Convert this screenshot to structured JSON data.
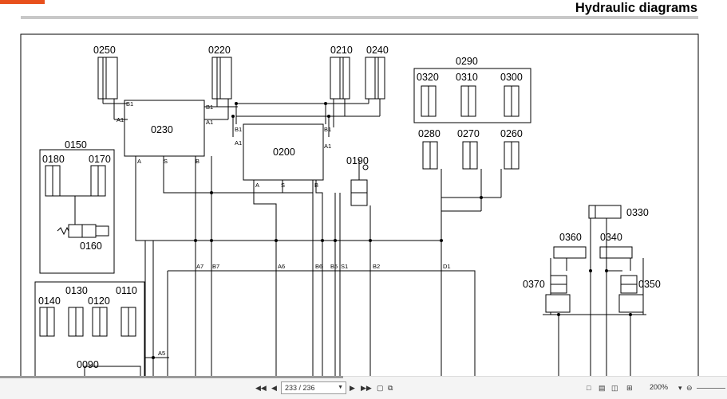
{
  "header": {
    "title": "Hydraulic diagrams",
    "brand_color": "#e8501d"
  },
  "diagram": {
    "components": [
      {
        "id": "c0250",
        "label": "0250"
      },
      {
        "id": "c0220",
        "label": "0220"
      },
      {
        "id": "c0210",
        "label": "0210"
      },
      {
        "id": "c0240",
        "label": "0240"
      },
      {
        "id": "c0290",
        "label": "0290"
      },
      {
        "id": "c0320",
        "label": "0320"
      },
      {
        "id": "c0310",
        "label": "0310"
      },
      {
        "id": "c0300",
        "label": "0300"
      },
      {
        "id": "c0230",
        "label": "0230"
      },
      {
        "id": "c0200",
        "label": "0200"
      },
      {
        "id": "c0280",
        "label": "0280"
      },
      {
        "id": "c0270",
        "label": "0270"
      },
      {
        "id": "c0260",
        "label": "0260"
      },
      {
        "id": "c0150",
        "label": "0150"
      },
      {
        "id": "c0180",
        "label": "0180"
      },
      {
        "id": "c0170",
        "label": "0170"
      },
      {
        "id": "c0190",
        "label": "0190"
      },
      {
        "id": "c0160",
        "label": "0160"
      },
      {
        "id": "c0330",
        "label": "0330"
      },
      {
        "id": "c0360",
        "label": "0360"
      },
      {
        "id": "c0340",
        "label": "0340"
      },
      {
        "id": "c0370",
        "label": "0370"
      },
      {
        "id": "c0350",
        "label": "0350"
      },
      {
        "id": "c0130",
        "label": "0130"
      },
      {
        "id": "c0110",
        "label": "0110"
      },
      {
        "id": "c0140",
        "label": "0140"
      },
      {
        "id": "c0120",
        "label": "0120"
      },
      {
        "id": "c0090",
        "label": "0090"
      }
    ],
    "ports": [
      {
        "id": "p_b1a",
        "label": "B1"
      },
      {
        "id": "p_a1a",
        "label": "A1"
      },
      {
        "id": "p_b1b",
        "label": "B1"
      },
      {
        "id": "p_a1b",
        "label": "A1"
      },
      {
        "id": "p_b1c",
        "label": "B1"
      },
      {
        "id": "p_a1c",
        "label": "A1"
      },
      {
        "id": "p_b1d",
        "label": "B1"
      },
      {
        "id": "p_a1d",
        "label": "A1"
      },
      {
        "id": "p_230a",
        "label": "A"
      },
      {
        "id": "p_230s",
        "label": "S"
      },
      {
        "id": "p_230b",
        "label": "B"
      },
      {
        "id": "p_200a",
        "label": "A"
      },
      {
        "id": "p_200s",
        "label": "S"
      },
      {
        "id": "p_200b",
        "label": "B"
      },
      {
        "id": "p_a7",
        "label": "A7"
      },
      {
        "id": "p_b7",
        "label": "B7"
      },
      {
        "id": "p_a6",
        "label": "A6"
      },
      {
        "id": "p_b6",
        "label": "B6"
      },
      {
        "id": "p_b5",
        "label": "B5"
      },
      {
        "id": "p_s1",
        "label": "S1"
      },
      {
        "id": "p_b2",
        "label": "B2"
      },
      {
        "id": "p_d1",
        "label": "D1"
      },
      {
        "id": "p_a5",
        "label": "A5"
      }
    ]
  },
  "viewer": {
    "page_value": "233 / 236",
    "zoom": "200%",
    "icons": [
      "first-page-icon",
      "prev-page-icon",
      "next-page-icon",
      "last-page-icon",
      "export-icon",
      "copy-icon",
      "single-page-icon",
      "continuous-icon",
      "two-page-icon",
      "facing-icon",
      "zoom-dropdown-icon",
      "zoom-out-icon"
    ]
  }
}
